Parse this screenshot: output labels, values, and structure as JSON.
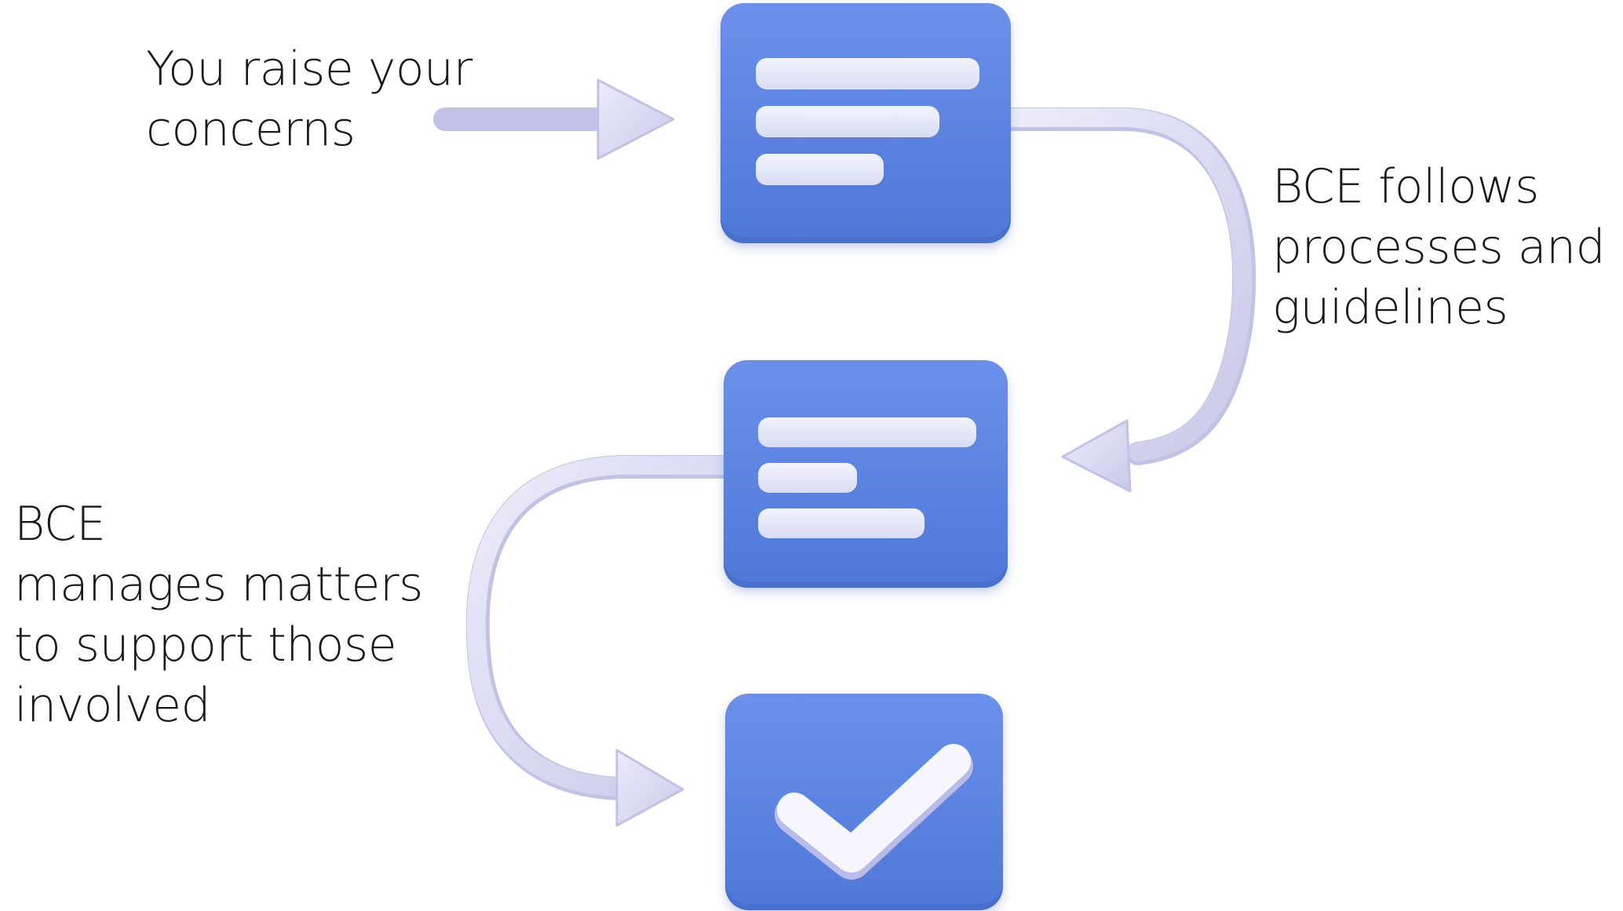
{
  "steps": [
    {
      "lines": [
        "You raise your",
        "concerns"
      ]
    },
    {
      "lines": [
        "BCE follows",
        "processes and",
        "guidelines"
      ]
    },
    {
      "lines": [
        "BCE",
        "manages matters",
        "to support those",
        "involved"
      ]
    }
  ],
  "colors": {
    "card": "#5b83e0",
    "card_edge": "#4a70cc",
    "text_bar": "#e4e7f8",
    "arrow": "#dcdcf2",
    "arrow_shade": "#b9b9e0",
    "check": "#f4f4fd",
    "text": "#1a1a1a"
  },
  "icons": [
    "document-card-icon",
    "document-card-icon",
    "check-card-icon",
    "arrow-icon"
  ]
}
